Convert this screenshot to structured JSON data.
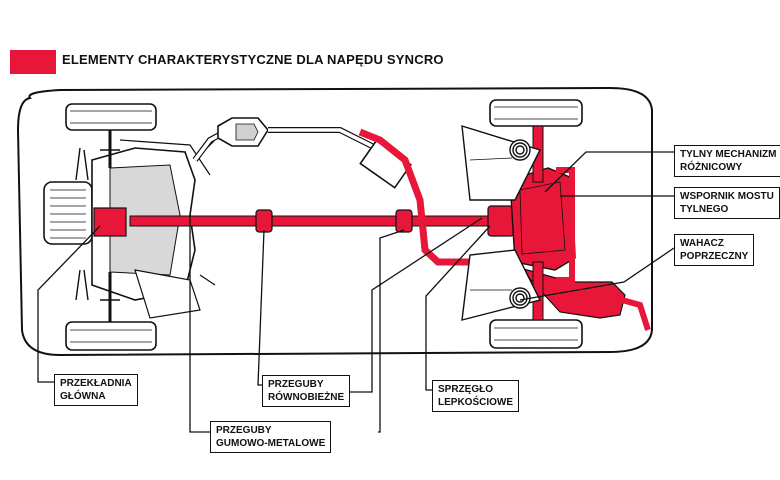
{
  "colors": {
    "highlight": "#e8173a",
    "outline": "#111111",
    "body_fill": "#ffffff",
    "shading": "#c9c9c9"
  },
  "legend": {
    "title": "ELEMENTY CHARAKTERYSTYCZNE DLA NAPĘDU SYNCRO"
  },
  "labels": {
    "rear_differential": [
      "TYLNY MECHANIZM",
      "RÓŻNICOWY"
    ],
    "rear_axle_support": [
      "WSPORNIK MOSTU",
      "TYLNEGO"
    ],
    "trailing_arm": [
      "WAHACZ",
      "POPRZECZNY"
    ],
    "main_gearbox": [
      "PRZEKŁADNIA",
      "GŁÓWNA"
    ],
    "cv_joints": [
      "PRZEGUBY",
      "RÓWNOBIEŻNE"
    ],
    "viscous_coupling": [
      "SPRZĘGŁO",
      "LEPKOŚCIOWE"
    ],
    "rubber_metal_joints": [
      "PRZEGUBY",
      "GUMOWO-METALOWE"
    ]
  }
}
